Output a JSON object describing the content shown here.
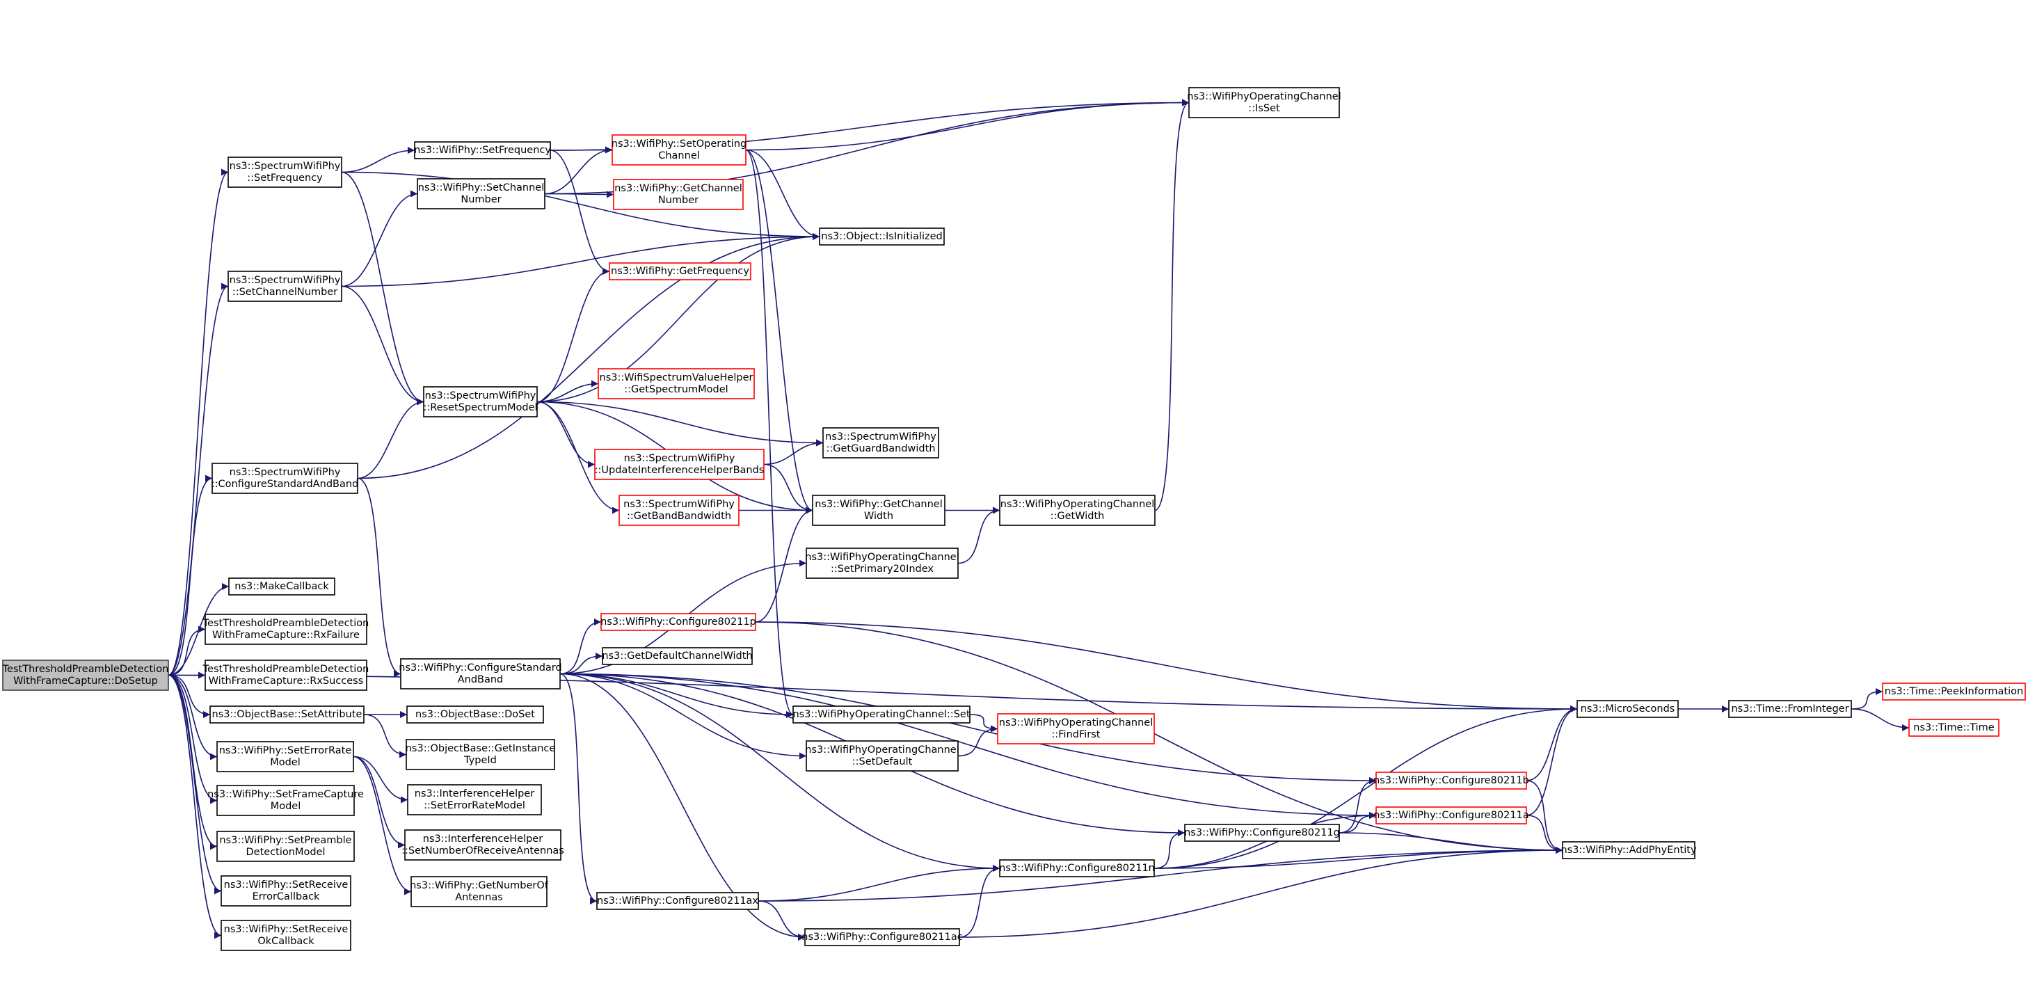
{
  "colors": {
    "edge": "#191970",
    "truncated_border": "#ff0000",
    "root_fill": "#bfbfbf",
    "normal_border": "#000000"
  },
  "nodes": [
    {
      "id": "root",
      "lines": [
        "TestThresholdPreambleDetection",
        "WithFrameCapture::DoSetup"
      ],
      "style": "root",
      "link": false
    },
    {
      "id": "swp_setfreq",
      "lines": [
        "ns3::SpectrumWifiPhy",
        "::SetFrequency"
      ],
      "style": "normal",
      "link": true
    },
    {
      "id": "swp_setchnum",
      "lines": [
        "ns3::SpectrumWifiPhy",
        "::SetChannelNumber"
      ],
      "style": "normal",
      "link": true
    },
    {
      "id": "swp_cfgstd",
      "lines": [
        "ns3::SpectrumWifiPhy",
        "::ConfigureStandardAndBand"
      ],
      "style": "normal",
      "link": true
    },
    {
      "id": "makecb",
      "lines": [
        "ns3::MakeCallback"
      ],
      "style": "normal",
      "link": true
    },
    {
      "id": "rxfailure",
      "lines": [
        "TestThresholdPreambleDetection",
        "WithFrameCapture::RxFailure"
      ],
      "style": "normal",
      "link": true
    },
    {
      "id": "rxsuccess",
      "lines": [
        "TestThresholdPreambleDetection",
        "WithFrameCapture::RxSuccess"
      ],
      "style": "normal",
      "link": true
    },
    {
      "id": "setattr",
      "lines": [
        "ns3::ObjectBase::SetAttribute"
      ],
      "style": "normal",
      "link": true
    },
    {
      "id": "seterrmodel",
      "lines": [
        "ns3::WifiPhy::SetErrorRate",
        "Model"
      ],
      "style": "normal",
      "link": true
    },
    {
      "id": "setfcmodel",
      "lines": [
        "ns3::WifiPhy::SetFrameCapture",
        "Model"
      ],
      "style": "normal",
      "link": true
    },
    {
      "id": "setpdmodel",
      "lines": [
        "ns3::WifiPhy::SetPreamble",
        "DetectionModel"
      ],
      "style": "normal",
      "link": true
    },
    {
      "id": "setrxerrcb",
      "lines": [
        "ns3::WifiPhy::SetReceive",
        "ErrorCallback"
      ],
      "style": "normal",
      "link": true
    },
    {
      "id": "setrxokcb",
      "lines": [
        "ns3::WifiPhy::SetReceive",
        "OkCallback"
      ],
      "style": "normal",
      "link": true
    },
    {
      "id": "wp_setfreq",
      "lines": [
        "ns3::WifiPhy::SetFrequency"
      ],
      "style": "normal",
      "link": true
    },
    {
      "id": "wp_setchnum",
      "lines": [
        "ns3::WifiPhy::SetChannel",
        "Number"
      ],
      "style": "normal",
      "link": true
    },
    {
      "id": "swp_resetsm",
      "lines": [
        "ns3::SpectrumWifiPhy",
        "::ResetSpectrumModel"
      ],
      "style": "normal",
      "link": true
    },
    {
      "id": "wp_cfgstd",
      "lines": [
        "ns3::WifiPhy::ConfigureStandard",
        "AndBand"
      ],
      "style": "normal",
      "link": true
    },
    {
      "id": "ob_doset",
      "lines": [
        "ns3::ObjectBase::DoSet"
      ],
      "style": "normal",
      "link": true
    },
    {
      "id": "ob_getinst",
      "lines": [
        "ns3::ObjectBase::GetInstance",
        "TypeId"
      ],
      "style": "normal",
      "link": true
    },
    {
      "id": "ih_seterr",
      "lines": [
        "ns3::InterferenceHelper",
        "::SetErrorRateModel"
      ],
      "style": "normal",
      "link": true
    },
    {
      "id": "ih_setnum",
      "lines": [
        "ns3::InterferenceHelper",
        "::SetNumberOfReceiveAntennas"
      ],
      "style": "normal",
      "link": true
    },
    {
      "id": "wp_getnum",
      "lines": [
        "ns3::WifiPhy::GetNumberOf",
        "Antennas"
      ],
      "style": "normal",
      "link": true
    },
    {
      "id": "wp_setopch",
      "lines": [
        "ns3::WifiPhy::SetOperating",
        "Channel"
      ],
      "style": "trunc",
      "link": true
    },
    {
      "id": "wp_getchnum",
      "lines": [
        "ns3::WifiPhy::GetChannel",
        "Number"
      ],
      "style": "trunc",
      "link": true
    },
    {
      "id": "obj_isinit",
      "lines": [
        "ns3::Object::IsInitialized"
      ],
      "style": "normal",
      "link": true
    },
    {
      "id": "wp_getfreq",
      "lines": [
        "ns3::WifiPhy::GetFrequency"
      ],
      "style": "trunc",
      "link": true
    },
    {
      "id": "wsvh_getsm",
      "lines": [
        "ns3::WifiSpectrumValueHelper",
        "::GetSpectrumModel"
      ],
      "style": "trunc",
      "link": true
    },
    {
      "id": "swp_updih",
      "lines": [
        "ns3::SpectrumWifiPhy",
        "::UpdateInterferenceHelperBands"
      ],
      "style": "trunc",
      "link": true
    },
    {
      "id": "swp_getbw",
      "lines": [
        "ns3::SpectrumWifiPhy",
        "::GetBandBandwidth"
      ],
      "style": "trunc",
      "link": true
    },
    {
      "id": "swp_getguard",
      "lines": [
        "ns3::SpectrumWifiPhy",
        "::GetGuardBandwidth"
      ],
      "style": "normal",
      "link": true
    },
    {
      "id": "wp_getchw",
      "lines": [
        "ns3::WifiPhy::GetChannel",
        "Width"
      ],
      "style": "normal",
      "link": true
    },
    {
      "id": "woc_isset",
      "lines": [
        "ns3::WifiPhyOperatingChannel",
        "::IsSet"
      ],
      "style": "normal",
      "link": true
    },
    {
      "id": "woc_getwidth",
      "lines": [
        "ns3::WifiPhyOperatingChannel",
        "::GetWidth"
      ],
      "style": "normal",
      "link": true
    },
    {
      "id": "woc_setp20",
      "lines": [
        "ns3::WifiPhyOperatingChannel",
        "::SetPrimary20Index"
      ],
      "style": "normal",
      "link": true
    },
    {
      "id": "wp_cfg11p",
      "lines": [
        "ns3::WifiPhy::Configure80211p"
      ],
      "style": "trunc",
      "link": true
    },
    {
      "id": "getdefchw",
      "lines": [
        "ns3::GetDefaultChannelWidth"
      ],
      "style": "normal",
      "link": true
    },
    {
      "id": "woc_set",
      "lines": [
        "ns3::WifiPhyOperatingChannel::Set"
      ],
      "style": "normal",
      "link": true
    },
    {
      "id": "woc_setdef",
      "lines": [
        "ns3::WifiPhyOperatingChannel",
        "::SetDefault"
      ],
      "style": "normal",
      "link": true
    },
    {
      "id": "woc_findfirst",
      "lines": [
        "ns3::WifiPhyOperatingChannel",
        "::FindFirst"
      ],
      "style": "trunc",
      "link": true
    },
    {
      "id": "wp_cfg11g",
      "lines": [
        "ns3::WifiPhy::Configure80211g"
      ],
      "style": "normal",
      "link": true
    },
    {
      "id": "wp_cfg11n",
      "lines": [
        "ns3::WifiPhy::Configure80211n"
      ],
      "style": "normal",
      "link": true
    },
    {
      "id": "wp_cfg11ax",
      "lines": [
        "ns3::WifiPhy::Configure80211ax"
      ],
      "style": "normal",
      "link": true
    },
    {
      "id": "wp_cfg11ac",
      "lines": [
        "ns3::WifiPhy::Configure80211ac"
      ],
      "style": "normal",
      "link": true
    },
    {
      "id": "microsec",
      "lines": [
        "ns3::MicroSeconds"
      ],
      "style": "normal",
      "link": true
    },
    {
      "id": "wp_cfg11b",
      "lines": [
        "ns3::WifiPhy::Configure80211b"
      ],
      "style": "trunc",
      "link": true
    },
    {
      "id": "wp_cfg11a",
      "lines": [
        "ns3::WifiPhy::Configure80211a"
      ],
      "style": "trunc",
      "link": true
    },
    {
      "id": "wp_addphy",
      "lines": [
        "ns3::WifiPhy::AddPhyEntity"
      ],
      "style": "normal",
      "link": true
    },
    {
      "id": "time_fromint",
      "lines": [
        "ns3::Time::FromInteger"
      ],
      "style": "normal",
      "link": true
    },
    {
      "id": "time_peek",
      "lines": [
        "ns3::Time::PeekInformation"
      ],
      "style": "trunc",
      "link": true
    },
    {
      "id": "time_time",
      "lines": [
        "ns3::Time::Time"
      ],
      "style": "trunc",
      "link": true
    }
  ],
  "edges": [
    [
      "root",
      "swp_setfreq"
    ],
    [
      "root",
      "swp_setchnum"
    ],
    [
      "root",
      "swp_cfgstd"
    ],
    [
      "root",
      "makecb"
    ],
    [
      "root",
      "rxfailure"
    ],
    [
      "root",
      "rxsuccess"
    ],
    [
      "root",
      "setattr"
    ],
    [
      "root",
      "seterrmodel"
    ],
    [
      "root",
      "setfcmodel"
    ],
    [
      "root",
      "setpdmodel"
    ],
    [
      "root",
      "setrxerrcb"
    ],
    [
      "root",
      "setrxokcb"
    ],
    [
      "root",
      "microsec"
    ],
    [
      "swp_setfreq",
      "wp_setfreq"
    ],
    [
      "swp_setfreq",
      "swp_resetsm"
    ],
    [
      "swp_setfreq",
      "obj_isinit"
    ],
    [
      "swp_setchnum",
      "wp_setchnum"
    ],
    [
      "swp_setchnum",
      "swp_resetsm"
    ],
    [
      "swp_setchnum",
      "obj_isinit"
    ],
    [
      "swp_cfgstd",
      "swp_resetsm"
    ],
    [
      "swp_cfgstd",
      "wp_cfgstd"
    ],
    [
      "swp_cfgstd",
      "obj_isinit"
    ],
    [
      "setattr",
      "ob_doset"
    ],
    [
      "setattr",
      "ob_getinst"
    ],
    [
      "seterrmodel",
      "ih_seterr"
    ],
    [
      "seterrmodel",
      "ih_setnum"
    ],
    [
      "seterrmodel",
      "wp_getnum"
    ],
    [
      "wp_setfreq",
      "wp_setopch"
    ],
    [
      "wp_setfreq",
      "woc_isset"
    ],
    [
      "wp_setfreq",
      "wp_getfreq"
    ],
    [
      "wp_setchnum",
      "wp_setopch"
    ],
    [
      "wp_setchnum",
      "wp_getchnum"
    ],
    [
      "wp_setchnum",
      "woc_isset"
    ],
    [
      "wp_setopch",
      "woc_isset"
    ],
    [
      "wp_setopch",
      "obj_isinit"
    ],
    [
      "wp_setopch",
      "wp_getchw"
    ],
    [
      "wp_setopch",
      "woc_set"
    ],
    [
      "swp_resetsm",
      "wp_getfreq"
    ],
    [
      "swp_resetsm",
      "obj_isinit"
    ],
    [
      "swp_resetsm",
      "wsvh_getsm"
    ],
    [
      "swp_resetsm",
      "swp_getguard"
    ],
    [
      "swp_resetsm",
      "swp_updih"
    ],
    [
      "swp_resetsm",
      "swp_getbw"
    ],
    [
      "swp_resetsm",
      "wp_getchw"
    ],
    [
      "swp_updih",
      "swp_getguard"
    ],
    [
      "swp_updih",
      "wp_getchw"
    ],
    [
      "swp_getbw",
      "wp_getchw"
    ],
    [
      "wp_getchw",
      "woc_getwidth"
    ],
    [
      "woc_getwidth",
      "woc_isset"
    ],
    [
      "woc_setp20",
      "woc_getwidth"
    ],
    [
      "wp_cfgstd",
      "woc_setp20"
    ],
    [
      "wp_cfgstd",
      "wp_cfg11p"
    ],
    [
      "wp_cfgstd",
      "getdefchw"
    ],
    [
      "wp_cfgstd",
      "woc_set"
    ],
    [
      "wp_cfgstd",
      "woc_setdef"
    ],
    [
      "wp_cfgstd",
      "wp_cfg11b"
    ],
    [
      "wp_cfgstd",
      "wp_cfg11a"
    ],
    [
      "wp_cfgstd",
      "wp_cfg11g"
    ],
    [
      "wp_cfgstd",
      "wp_cfg11n"
    ],
    [
      "wp_cfgstd",
      "wp_cfg11ax"
    ],
    [
      "wp_cfgstd",
      "wp_cfg11ac"
    ],
    [
      "wp_cfg11p",
      "wp_getchw"
    ],
    [
      "wp_cfg11p",
      "microsec"
    ],
    [
      "wp_cfg11p",
      "wp_addphy"
    ],
    [
      "woc_set",
      "woc_findfirst"
    ],
    [
      "woc_setdef",
      "woc_findfirst"
    ],
    [
      "wp_cfg11g",
      "wp_cfg11b"
    ],
    [
      "wp_cfg11g",
      "wp_cfg11a"
    ],
    [
      "wp_cfg11g",
      "wp_addphy"
    ],
    [
      "wp_cfg11n",
      "wp_cfg11g"
    ],
    [
      "wp_cfg11n",
      "wp_cfg11a"
    ],
    [
      "wp_cfg11n",
      "microsec"
    ],
    [
      "wp_cfg11n",
      "wp_addphy"
    ],
    [
      "wp_cfg11ax",
      "wp_cfg11n"
    ],
    [
      "wp_cfg11ax",
      "wp_cfg11ac"
    ],
    [
      "wp_cfg11ax",
      "wp_addphy"
    ],
    [
      "wp_cfg11ac",
      "wp_cfg11n"
    ],
    [
      "wp_cfg11ac",
      "wp_addphy"
    ],
    [
      "wp_cfg11b",
      "microsec"
    ],
    [
      "wp_cfg11b",
      "wp_addphy"
    ],
    [
      "wp_cfg11a",
      "microsec"
    ],
    [
      "wp_cfg11a",
      "wp_addphy"
    ],
    [
      "microsec",
      "time_fromint"
    ],
    [
      "time_fromint",
      "time_peek"
    ],
    [
      "time_fromint",
      "time_time"
    ]
  ]
}
